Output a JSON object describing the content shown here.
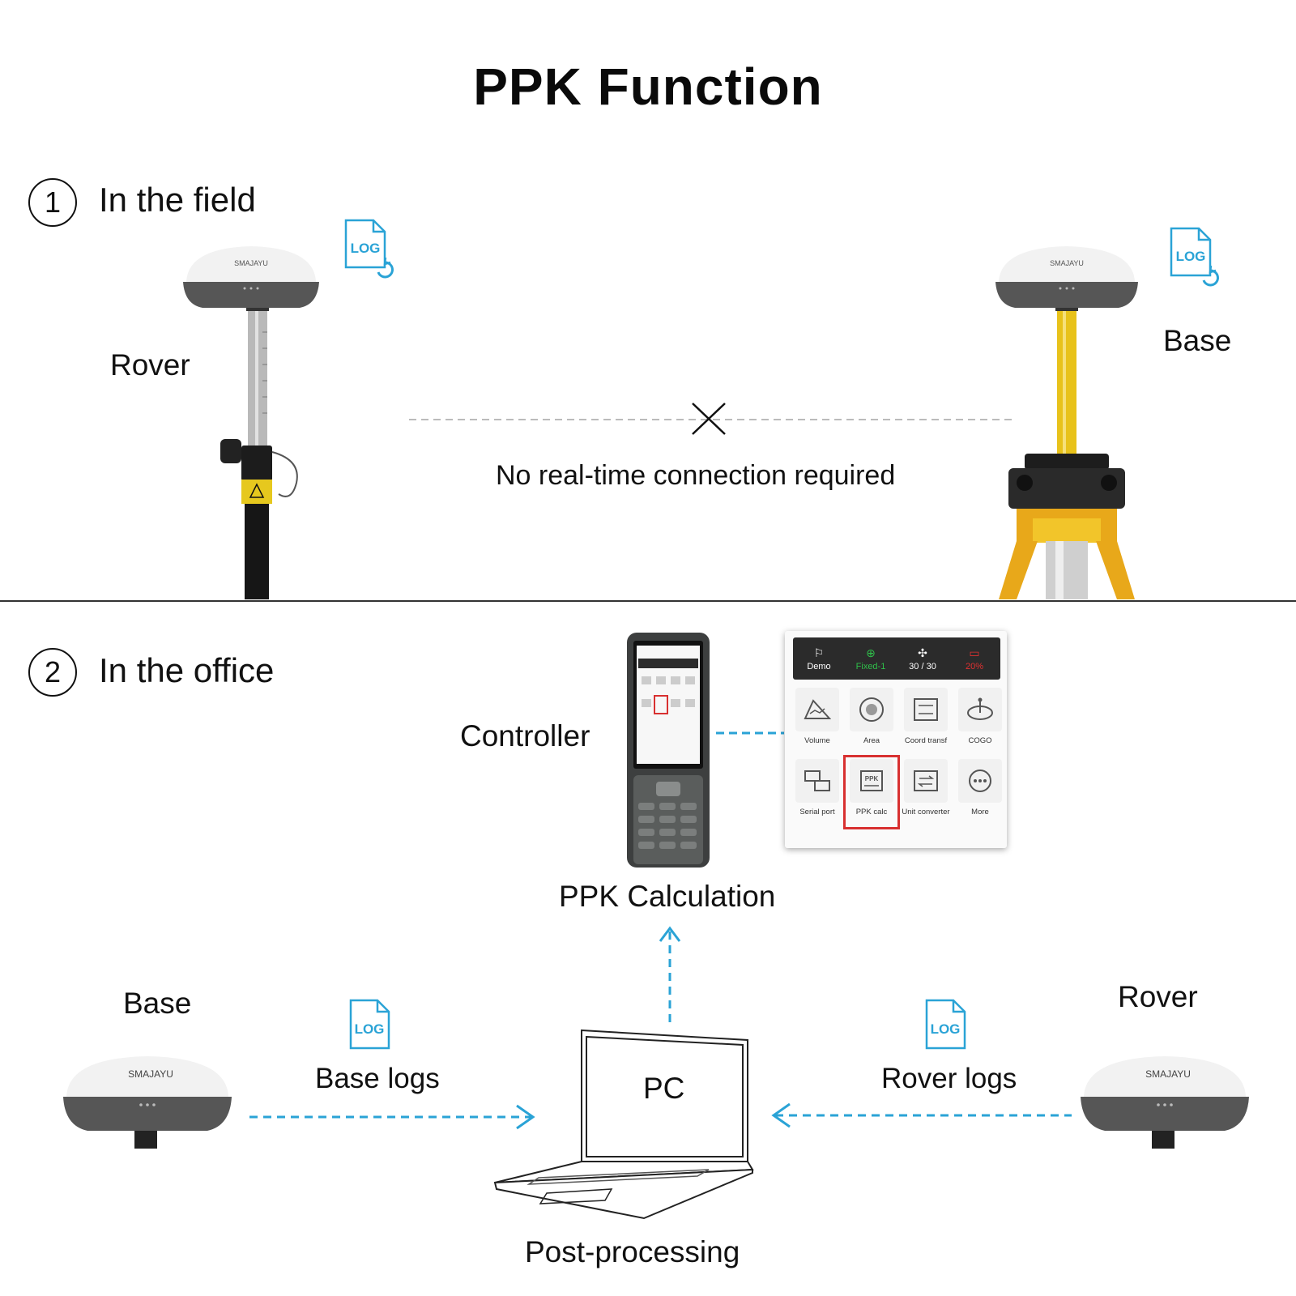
{
  "title": "PPK Function",
  "step1": {
    "number": "1",
    "label": "In the field"
  },
  "step2": {
    "number": "2",
    "label": "In the office"
  },
  "field": {
    "rover_label": "Rover",
    "base_label": "Base",
    "connection_note": "No real-time connection required",
    "log_icon_text": "LOG",
    "brand": "SMAJAYU"
  },
  "office": {
    "controller_label": "Controller",
    "calc_label": "PPK Calculation",
    "pc_label": "PC",
    "post_label": "Post-processing",
    "base_label": "Base",
    "rover_label": "Rover",
    "base_logs": "Base logs",
    "rover_logs": "Rover logs",
    "log_icon_text": "LOG",
    "brand": "SMAJAYU"
  },
  "app": {
    "status": [
      {
        "icon": "project-icon",
        "label": "Demo",
        "color": "#ffffff"
      },
      {
        "icon": "target-icon",
        "label": "Fixed-1",
        "color": "#2fbf4a"
      },
      {
        "icon": "satellite-icon",
        "label": "30 / 30",
        "color": "#ffffff"
      },
      {
        "icon": "battery-icon",
        "label": "20%",
        "color": "#e03131"
      }
    ],
    "tiles": [
      {
        "icon": "volume-icon",
        "label": "Volume"
      },
      {
        "icon": "area-icon",
        "label": "Area"
      },
      {
        "icon": "coord-transform-icon",
        "label": "Coord transf"
      },
      {
        "icon": "cogo-icon",
        "label": "COGO"
      },
      {
        "icon": "serial-port-icon",
        "label": "Serial port"
      },
      {
        "icon": "ppk-calc-icon",
        "label": "PPK calc",
        "highlighted": true
      },
      {
        "icon": "unit-converter-icon",
        "label": "Unit converter"
      },
      {
        "icon": "more-icon",
        "label": "More"
      }
    ]
  },
  "colors": {
    "accent": "#2aa3d6",
    "highlight": "#d83030",
    "pole_yellow": "#e8c21a"
  }
}
